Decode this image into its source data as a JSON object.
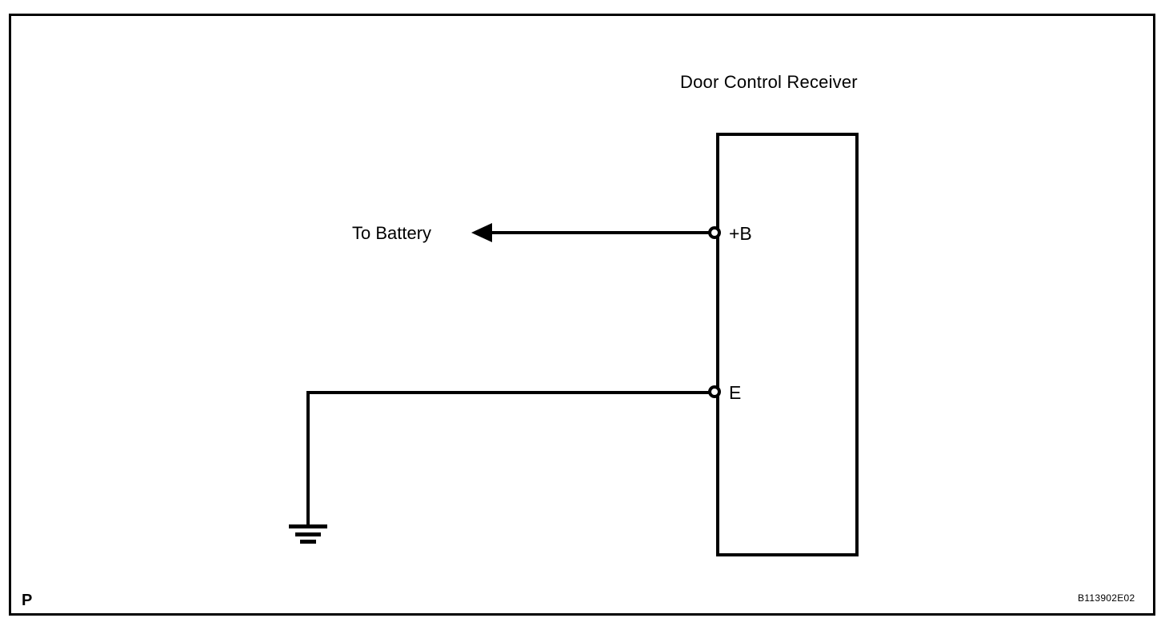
{
  "diagram": {
    "title": "Door Control Receiver",
    "page_marker": "P",
    "reference_code": "B113902E02",
    "colors": {
      "line": "#000000",
      "background": "#ffffff"
    },
    "component": {
      "name": "Door Control Receiver",
      "terminals": [
        {
          "label": "+B",
          "connects_to": "To Battery"
        },
        {
          "label": "E",
          "connects_to": "Ground"
        }
      ]
    },
    "connections": [
      {
        "from": "+B",
        "label": "To Battery",
        "arrow": "left"
      },
      {
        "from": "E",
        "label": "Ground",
        "symbol": "ground-symbol"
      }
    ],
    "labels": {
      "to_battery": "To Battery",
      "terminal_b": "+B",
      "terminal_e": "E"
    }
  }
}
